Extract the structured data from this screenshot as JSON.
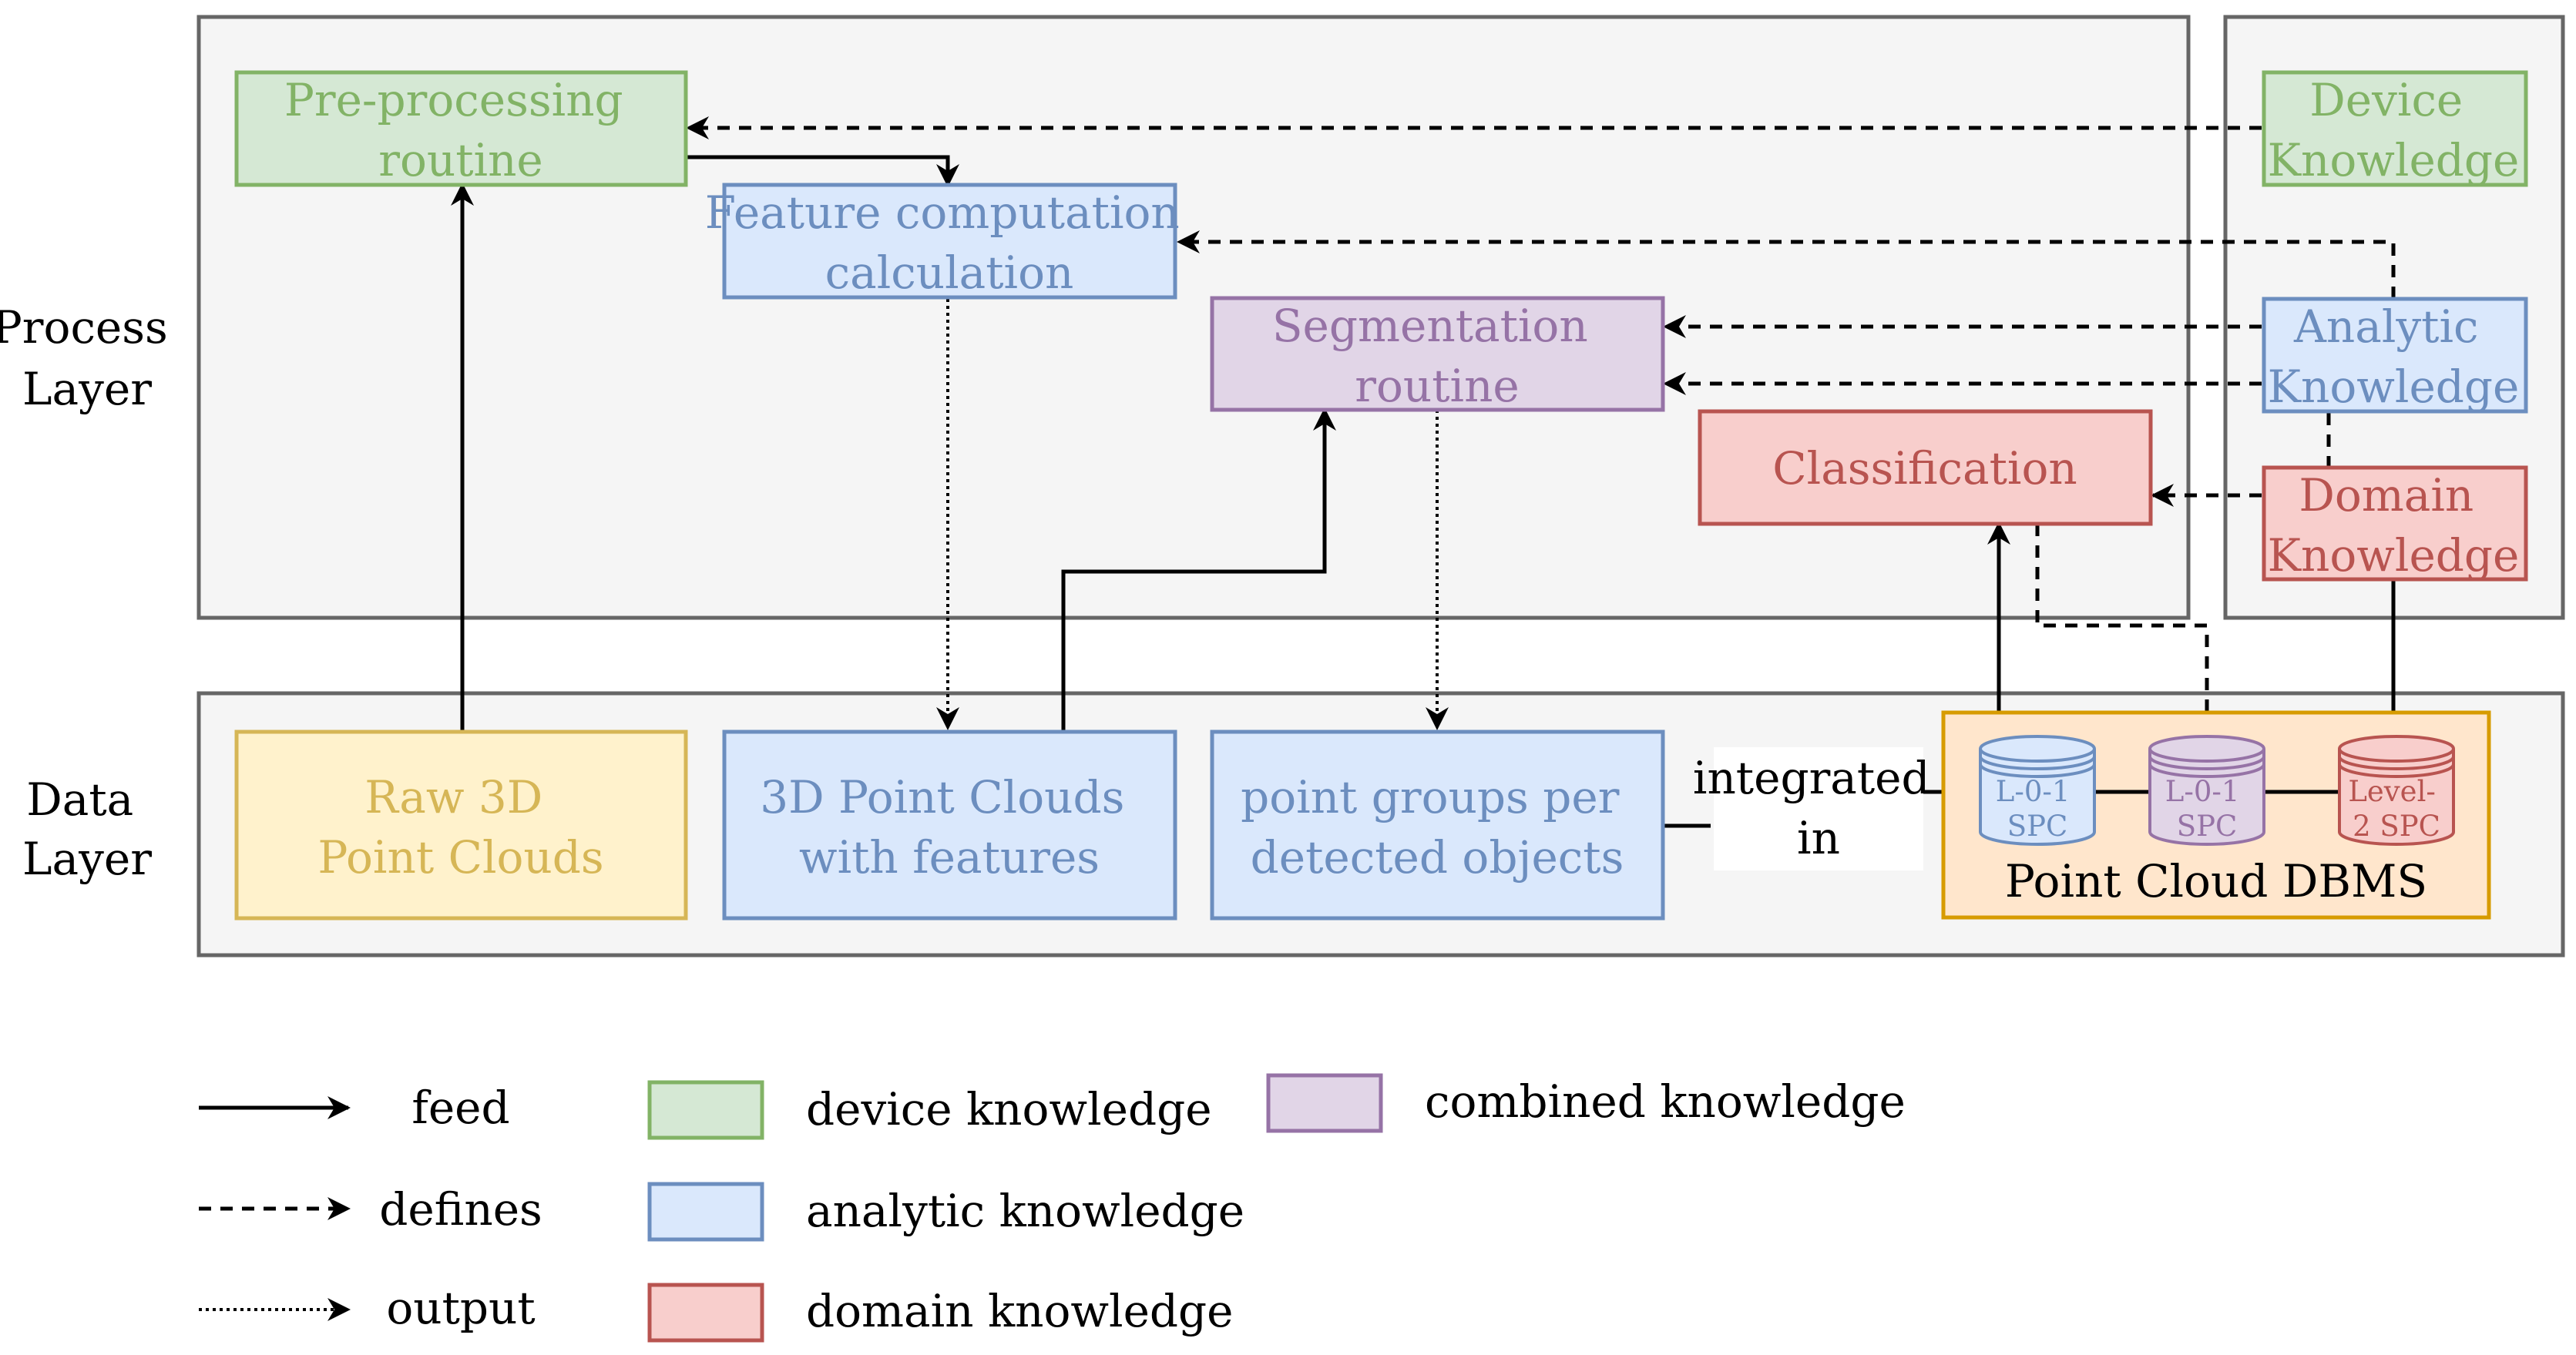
{
  "layers": {
    "process": [
      "Process",
      "Layer"
    ],
    "data": [
      "Data",
      "Layer"
    ]
  },
  "boxes": {
    "preprocessing": [
      "Pre-processing",
      "routine"
    ],
    "feature_computation": [
      "Feature computation",
      "calculation"
    ],
    "segmentation": [
      "Segmentation",
      "routine"
    ],
    "classification": "Classification",
    "device_knowledge": [
      "Device",
      "Knowledge"
    ],
    "analytic_knowledge": [
      "Analytic",
      "Knowledge"
    ],
    "domain_knowledge": [
      "Domain",
      "Knowledge"
    ],
    "raw_point_clouds": [
      "Raw 3D",
      "Point Clouds"
    ],
    "point_clouds_features": [
      "3D Point Clouds",
      "with features"
    ],
    "point_groups": [
      "point groups per",
      "detected objects"
    ]
  },
  "integrated_label": [
    "integrated",
    "in"
  ],
  "dbms": {
    "label": "Point Cloud DBMS",
    "cylinders": [
      [
        "L-0-1",
        "SPC"
      ],
      [
        "L-0-1",
        "SPC"
      ],
      [
        "Level-",
        "2 SPC"
      ]
    ]
  },
  "legend": {
    "arrows": [
      "feed",
      "defines",
      "output"
    ],
    "colors": [
      "device knowledge",
      "analytic knowledge",
      "domain knowledge",
      "combined knowledge"
    ]
  },
  "colors": {
    "device": "#d5e8d4",
    "device_stroke": "#82b366",
    "device_text": "#82b366",
    "analytic": "#dae8fc",
    "analytic_stroke": "#6c8ebf",
    "analytic_text": "#6c8ebf",
    "domain": "#f8cecc",
    "domain_stroke": "#b85450",
    "domain_text": "#b85450",
    "combined": "#e1d5e7",
    "combined_stroke": "#9673a6",
    "combined_text": "#9673a6",
    "raw": "#fff2cc",
    "raw_stroke": "#d6b656",
    "raw_text": "#d6b656",
    "dbms": "#ffe6cc",
    "dbms_stroke": "#d79b00",
    "layer_bg": "#f5f5f5",
    "layer_stroke": "#666666"
  }
}
